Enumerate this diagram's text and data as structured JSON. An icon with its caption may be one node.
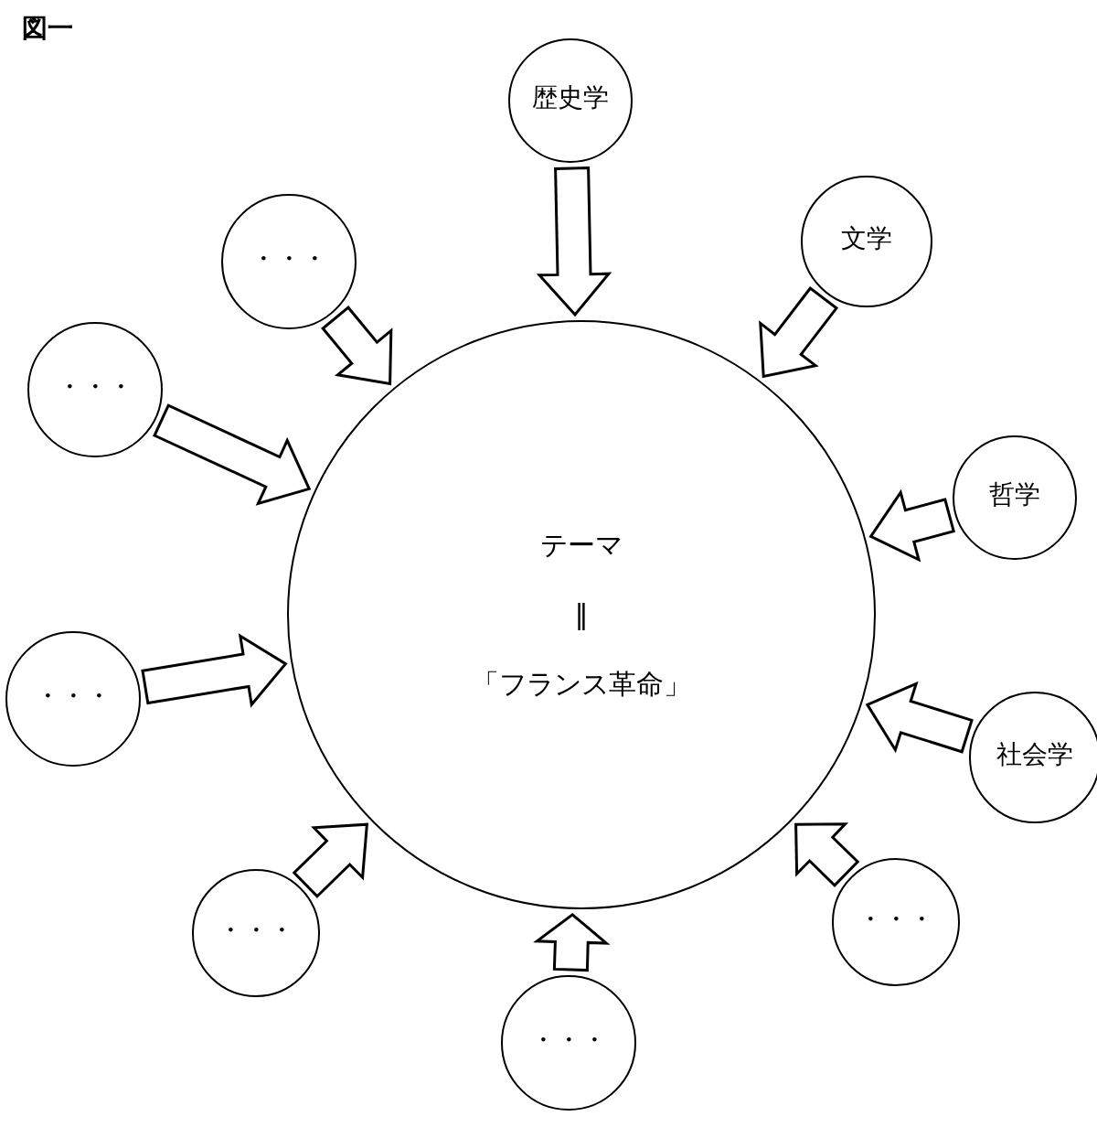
{
  "diagram": {
    "nodes": [
      {
        "text": [
          "テーマ",
          "‖",
          "「フランス革命」"
        ]
      },
      {
        "text": [
          "歴史学"
        ]
      },
      {
        "text": [
          "文学"
        ]
      },
      {
        "text": [
          "・・・"
        ]
      },
      {
        "text": [
          "・・・"
        ]
      },
      {
        "text": [
          "哲学"
        ]
      },
      {
        "text": [
          "・・・"
        ]
      },
      {
        "text": [
          "社会学"
        ]
      },
      {
        "text": [
          "・・・"
        ]
      },
      {
        "text": [
          "・・・"
        ]
      },
      {
        "text": [
          "・・・"
        ]
      }
    ],
    "edges": [
      {
        "from": 1,
        "to": 0,
        "arrow": "to"
      },
      {
        "from": 2,
        "to": 0,
        "arrow": "to"
      },
      {
        "from": 3,
        "to": 0,
        "arrow": "to"
      },
      {
        "from": 4,
        "to": 0,
        "arrow": "to"
      },
      {
        "from": 5,
        "to": 0,
        "arrow": "to"
      },
      {
        "from": 6,
        "to": 0,
        "arrow": "to"
      },
      {
        "from": 7,
        "to": 0,
        "arrow": "to"
      },
      {
        "from": 8,
        "to": 0,
        "arrow": "to"
      },
      {
        "from": 9,
        "to": 0,
        "arrow": "to"
      },
      {
        "from": 10,
        "to": 0,
        "arrow": "to"
      }
    ],
    "labels": [
      "図一"
    ]
  }
}
